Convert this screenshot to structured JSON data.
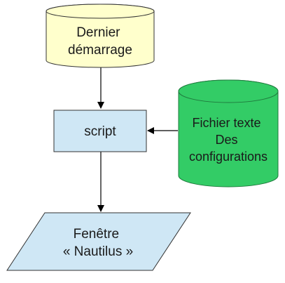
{
  "nodes": {
    "last_boot": {
      "lines": [
        "Dernier",
        "démarrage"
      ],
      "shape": "cylinder",
      "fill": "#ffffcc",
      "stroke": "#333333"
    },
    "script": {
      "lines": [
        "script"
      ],
      "shape": "rectangle",
      "fill": "#cfe7f5",
      "stroke": "#333333"
    },
    "config_file": {
      "lines": [
        "Fichier texte",
        "Des",
        "configurations"
      ],
      "shape": "cylinder",
      "fill": "#33cc66",
      "stroke": "#1f7a3d"
    },
    "nautilus_window": {
      "lines": [
        "Fenêtre",
        "« Nautilus »"
      ],
      "shape": "parallelogram",
      "fill": "#cfe7f5",
      "stroke": "#333333"
    }
  },
  "edges": [
    {
      "from": "last_boot",
      "to": "script"
    },
    {
      "from": "config_file",
      "to": "script"
    },
    {
      "from": "script",
      "to": "nautilus_window"
    }
  ],
  "colors": {
    "arrow": "#000000",
    "text": "#1a1a1a"
  }
}
